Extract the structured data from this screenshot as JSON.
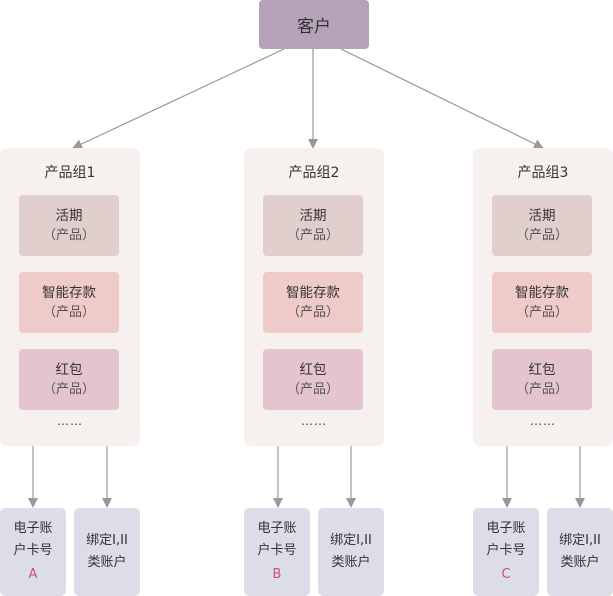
{
  "customer": {
    "label": "客户"
  },
  "groups": [
    {
      "title": "产品组1",
      "products": [
        {
          "name": "活期",
          "tag": "（产品）"
        },
        {
          "name": "智能存款",
          "tag": "（产品）"
        },
        {
          "name": "红包",
          "tag": "（产品）"
        }
      ],
      "ellipsis": "……",
      "accounts": [
        {
          "line1": "电子账",
          "line2": "户卡号",
          "letter": "A"
        },
        {
          "line1": "绑定I,II",
          "line2": "类账户"
        }
      ]
    },
    {
      "title": "产品组2",
      "products": [
        {
          "name": "活期",
          "tag": "（产品）"
        },
        {
          "name": "智能存款",
          "tag": "（产品）"
        },
        {
          "name": "红包",
          "tag": "（产品）"
        }
      ],
      "ellipsis": "……",
      "accounts": [
        {
          "line1": "电子账",
          "line2": "户卡号",
          "letter": "B"
        },
        {
          "line1": "绑定I,II",
          "line2": "类账户"
        }
      ]
    },
    {
      "title": "产品组3",
      "products": [
        {
          "name": "活期",
          "tag": "（产品）"
        },
        {
          "name": "智能存款",
          "tag": "（产品）"
        },
        {
          "name": "红包",
          "tag": "（产品）"
        }
      ],
      "ellipsis": "……",
      "accounts": [
        {
          "line1": "电子账",
          "line2": "户卡号",
          "letter": "C"
        },
        {
          "line1": "绑定I,II",
          "line2": "类账户"
        }
      ]
    }
  ],
  "colors": {
    "customer": "#b5a1b8",
    "group_bg": "#f6f1ef",
    "product_current": "#e1cfcd",
    "product_smart": "#eecac9",
    "product_redpacket": "#e4c5cf",
    "account_bg": "#dcdde8",
    "letter": "#d44a82",
    "edge": "#999999"
  }
}
